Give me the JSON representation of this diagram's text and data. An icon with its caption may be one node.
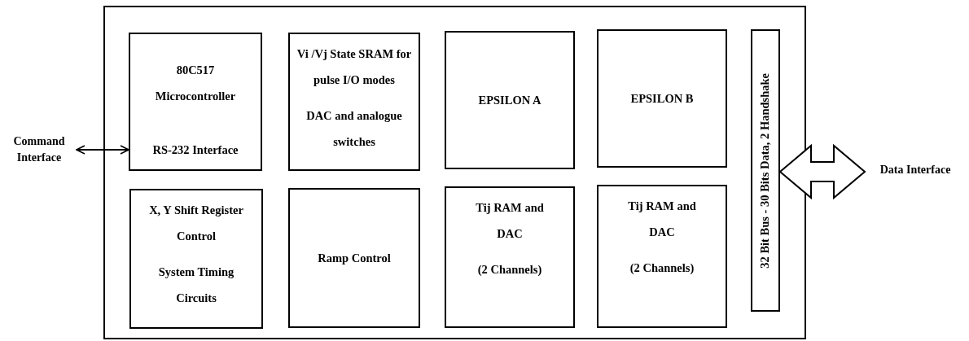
{
  "diagram": {
    "nodes": [
      {
        "text": [],
        "shape": "box"
      },
      {
        "text": [
          "80C517 Microcontroller",
          "RS-232 Interface"
        ],
        "in": 0
      },
      {
        "text": [
          "Vi /Vj State SRAM for pulse I/O modes",
          "DAC and analogue switches"
        ],
        "in": 0
      },
      {
        "text": [
          "EPSILON A"
        ],
        "in": 0
      },
      {
        "text": [
          "EPSILON B"
        ],
        "in": 0
      },
      {
        "text": [
          "X, Y Shift Register Control",
          "System Timing Circuits"
        ],
        "in": 0
      },
      {
        "text": [
          "Ramp Control"
        ],
        "in": 0
      },
      {
        "text": [
          "Tij RAM and DAC",
          "(2 Channels)"
        ],
        "in": 0
      },
      {
        "text": [
          "Tij RAM and DAC",
          "(2 Channels)"
        ],
        "in": 0
      },
      {
        "text": [
          "32 Bit Bus - 30 Bits Data, 2 Handshake"
        ],
        "in": 0
      },
      {
        "text": [
          "Command Interface"
        ]
      },
      {
        "text": [
          "Data Interface"
        ]
      }
    ],
    "edges": [
      {
        "from": 10,
        "to": 1,
        "arrow": "both"
      },
      {
        "from": 9,
        "to": 11,
        "arrow": "both",
        "style": "thick"
      }
    ]
  }
}
